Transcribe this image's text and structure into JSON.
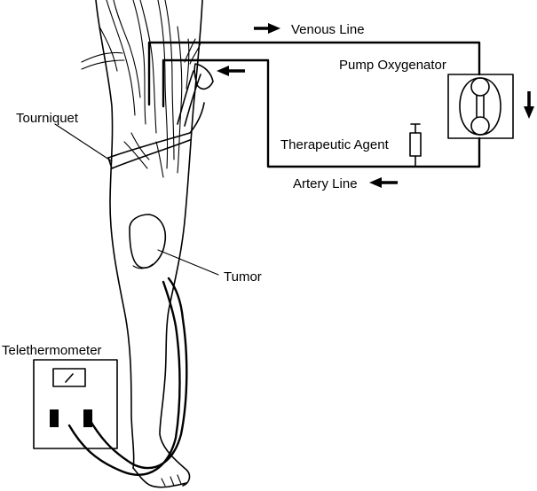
{
  "labels": {
    "venous_line": "Venous Line",
    "pump_oxygenator": "Pump Oxygenator",
    "tourniquet": "Tourniquet",
    "therapeutic_agent": "Therapeutic Agent",
    "artery_line": "Artery Line",
    "tumor": "Tumor",
    "telethermometer": "Telethermometer"
  },
  "icons": {
    "venous_flow": "arrow-right-icon",
    "arterial_return": "arrow-left-icon",
    "artery_flow": "arrow-left-icon",
    "pump_direction": "arrow-down-icon"
  },
  "colors": {
    "line": "#000000",
    "background": "#ffffff"
  }
}
